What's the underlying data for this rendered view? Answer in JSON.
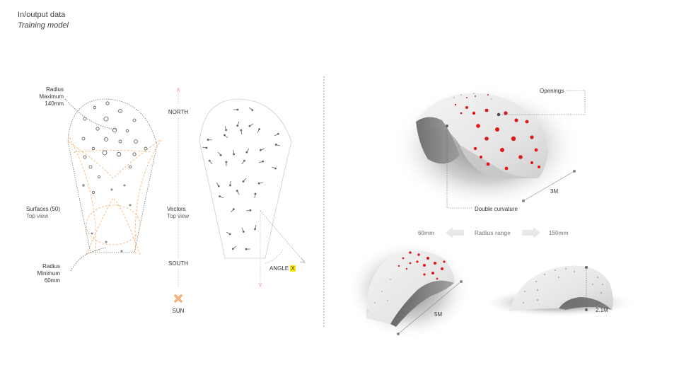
{
  "header": {
    "title": "In/output data",
    "subtitle": "Training model"
  },
  "surfaces_diagram": {
    "radius_max": [
      "Radius",
      "Maximum",
      "140mm"
    ],
    "radius_min": [
      "Radius",
      "Minimum",
      "60mm"
    ],
    "surfaces": [
      "Surfaces (50)",
      "Top view"
    ]
  },
  "compass": {
    "north": "NORTH",
    "south": "SOUTH",
    "sun": "SUN"
  },
  "vectors_diagram": {
    "vectors": [
      "Vectors",
      "Top view"
    ],
    "angle": "ANGLE",
    "angle_var": "X"
  },
  "renders": {
    "openings": "Openings",
    "double_curvature": "Double curvature",
    "dim_3m": "3M",
    "dim_5m": "5M",
    "dim_21m": "2.1M",
    "radius_range": {
      "min": "60mm",
      "label": "Radius range",
      "max": "150mm"
    }
  },
  "colors": {
    "opening_red": "#e01818",
    "dashed_orange": "#f2b070",
    "sun_orange": "#f5b27a",
    "highlight": "#ffe800"
  }
}
